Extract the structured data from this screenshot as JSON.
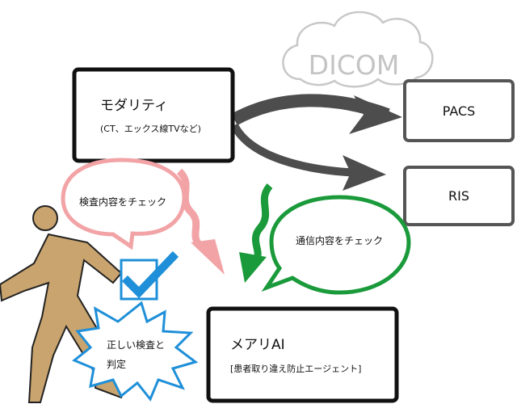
{
  "diagram": {
    "cloud_label": "DICOM",
    "modality": {
      "title": "モダリティ",
      "subtitle": "(CT、エックス線TVなど)"
    },
    "pacs": "PACS",
    "ris": "RIS",
    "bubble_exam": "検査内容をチェック",
    "bubble_comm": "通信内容をチェック",
    "judgement": {
      "line1": "正しい検査と",
      "line2": "判定"
    },
    "ai": {
      "title": "メアリAI",
      "subtitle": "[患者取り違え防止エージェント]"
    },
    "colors": {
      "box_border": "#111111",
      "server_border": "#555555",
      "gray_arrow": "#4d4d4d",
      "cloud": "#c8c8c8",
      "pink": "#f2a3a6",
      "green": "#1a9a3a",
      "blue": "#1e8fd8",
      "person": "#c9a46e"
    },
    "icons": [
      "person-walking-icon",
      "checkmark-icon",
      "cloud-icon"
    ]
  }
}
